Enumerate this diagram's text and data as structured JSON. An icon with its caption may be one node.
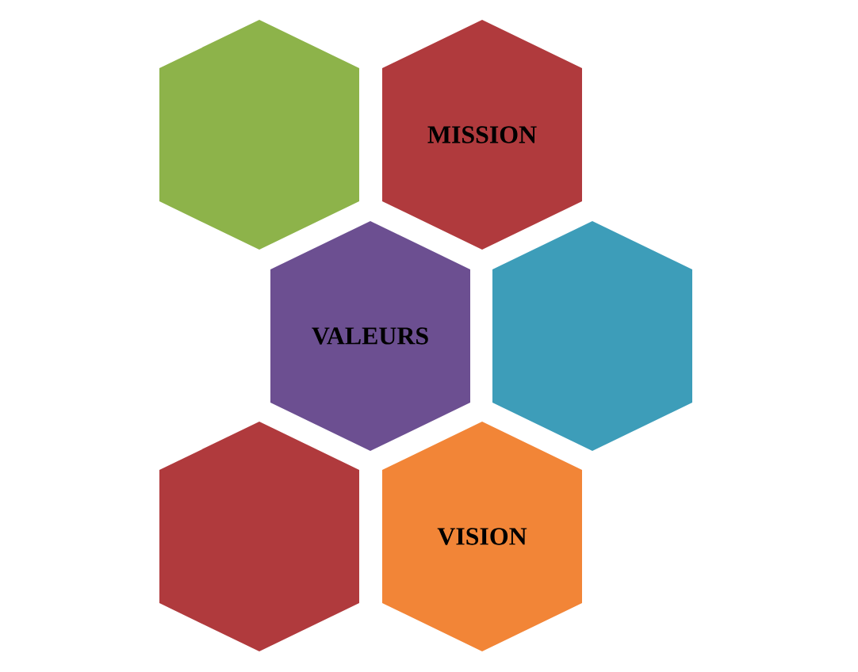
{
  "diagram": {
    "nodes": [
      {
        "text": [],
        "shape": "hexagon"
      },
      {
        "text": [
          "MISSION"
        ]
      },
      {
        "text": [
          "VALEURS"
        ]
      },
      {
        "text": [],
        "shape": "hexagon"
      },
      {
        "text": [],
        "shape": "hexagon"
      },
      {
        "text": [
          "VISION"
        ]
      }
    ]
  }
}
